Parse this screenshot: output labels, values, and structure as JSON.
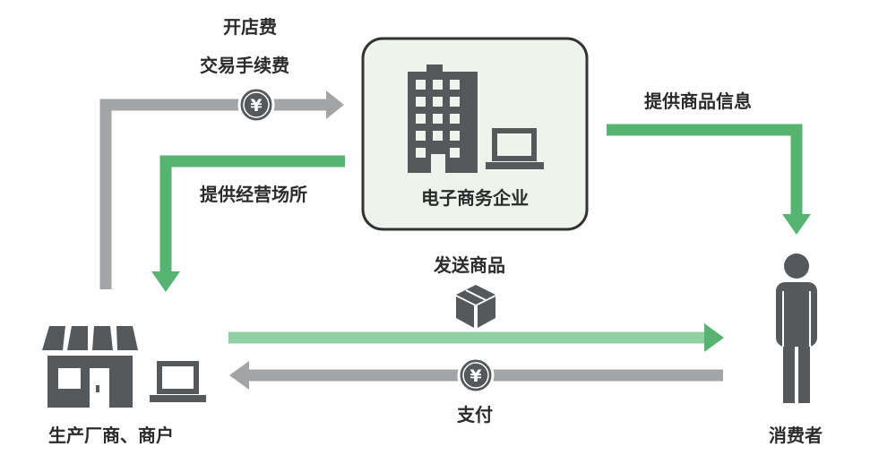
{
  "labels": {
    "opening_fee": "开店费",
    "transaction_fee": "交易手续费",
    "provide_venue": "提供经营场所",
    "provide_info": "提供商品信息",
    "ship_goods": "发送商品",
    "payment": "支付"
  },
  "nodes": {
    "ecommerce": "电子商务企业",
    "merchant": "生产厂商、商户",
    "consumer": "消费者"
  },
  "icons": {
    "yen": "¥",
    "building": "building-icon",
    "laptop": "laptop-icon",
    "store": "store-icon",
    "box": "box-icon",
    "person": "person-icon"
  },
  "colors": {
    "gray": "#a3a4a6",
    "green": "#55b46f",
    "light_green": "#8fd0a0",
    "dark": "#55595b",
    "box_fill": "#eef3ec",
    "box_border": "#333333"
  }
}
